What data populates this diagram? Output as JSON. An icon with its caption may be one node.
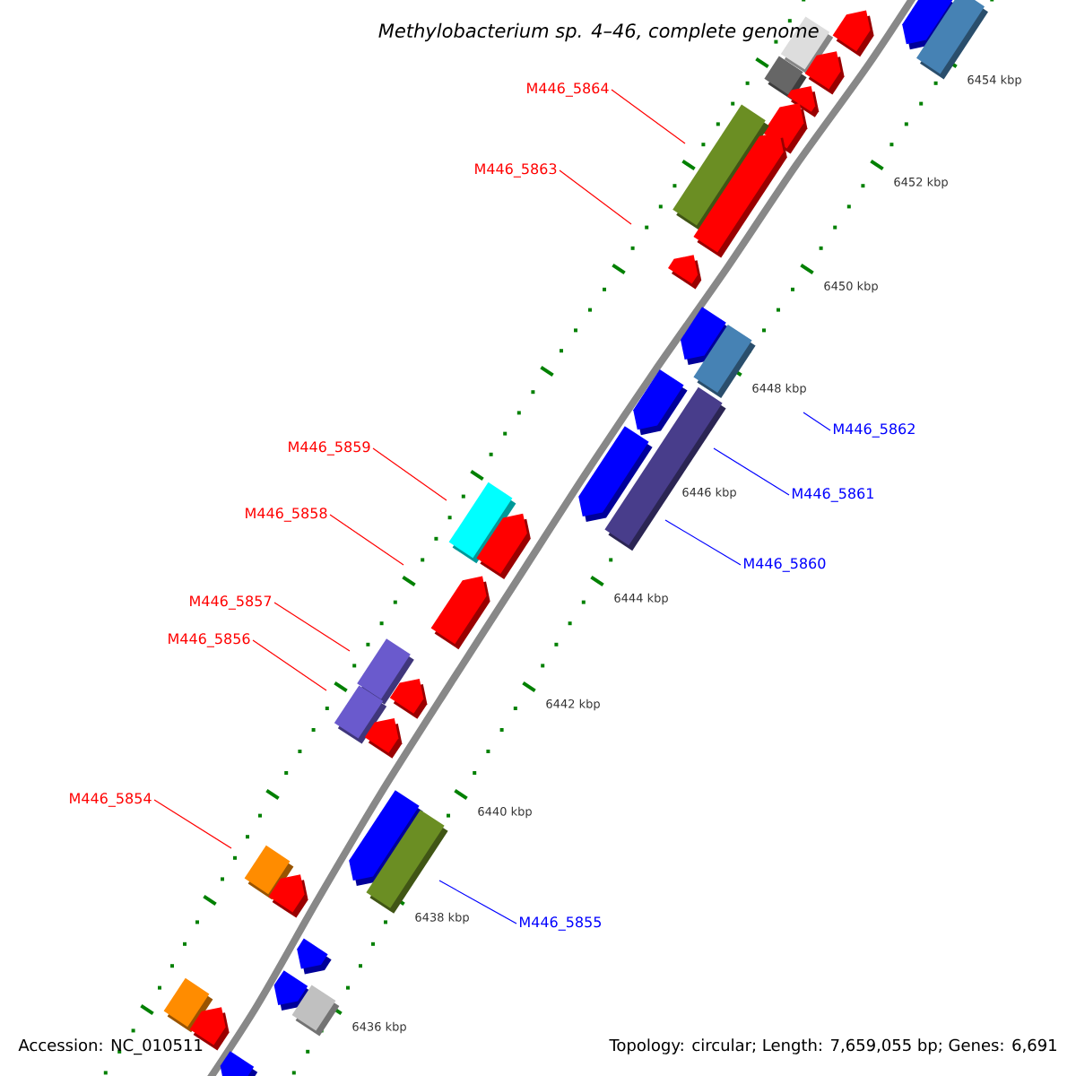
{
  "diagram": {
    "title": "Methylobacterium sp. 4–46, complete genome",
    "nodes": [
      {
        "text": [
          "M446_5864"
        ]
      },
      {
        "text": [
          "M446_5863"
        ]
      },
      {
        "text": [
          "M446_5862"
        ]
      },
      {
        "text": [
          "M446_5859"
        ]
      },
      {
        "text": [
          "M446_5861"
        ]
      },
      {
        "text": [
          "M446_5858"
        ]
      },
      {
        "text": [
          "M446_5860"
        ]
      },
      {
        "text": [
          "M446_5857"
        ]
      },
      {
        "text": [
          "M446_5856"
        ]
      },
      {
        "text": [
          "M446_5854"
        ]
      },
      {
        "text": [
          "M446_5855"
        ]
      }
    ],
    "edges": [
      {
        "from": 0,
        "to": null,
        "arrow": "none"
      },
      {
        "from": 1,
        "to": null,
        "arrow": "none"
      },
      {
        "from": 2,
        "to": null,
        "arrow": "none",
        "color": "#0000ff"
      },
      {
        "from": 3,
        "to": null,
        "arrow": "none"
      },
      {
        "from": 4,
        "to": null,
        "arrow": "none",
        "color": "#0000ff"
      },
      {
        "from": 5,
        "to": null,
        "arrow": "none"
      },
      {
        "from": 6,
        "to": null,
        "arrow": "none",
        "color": "#0000ff"
      },
      {
        "from": 7,
        "to": null,
        "arrow": "none"
      },
      {
        "from": 8,
        "to": null,
        "arrow": "none"
      },
      {
        "from": 9,
        "to": null,
        "arrow": "none"
      },
      {
        "from": 10,
        "to": null,
        "arrow": "none",
        "color": "#0000ff"
      }
    ],
    "labels": [
      "6454 kbp",
      "6452 kbp",
      "6450 kbp",
      "6448 kbp",
      "6446 kbp",
      "6444 kbp",
      "6442 kbp",
      "6440 kbp",
      "6438 kbp",
      "6436 kbp",
      "Accession: NC_010511",
      "Topology: circular; Length: 7,659,055 bp; Genes: 6,691"
    ]
  }
}
